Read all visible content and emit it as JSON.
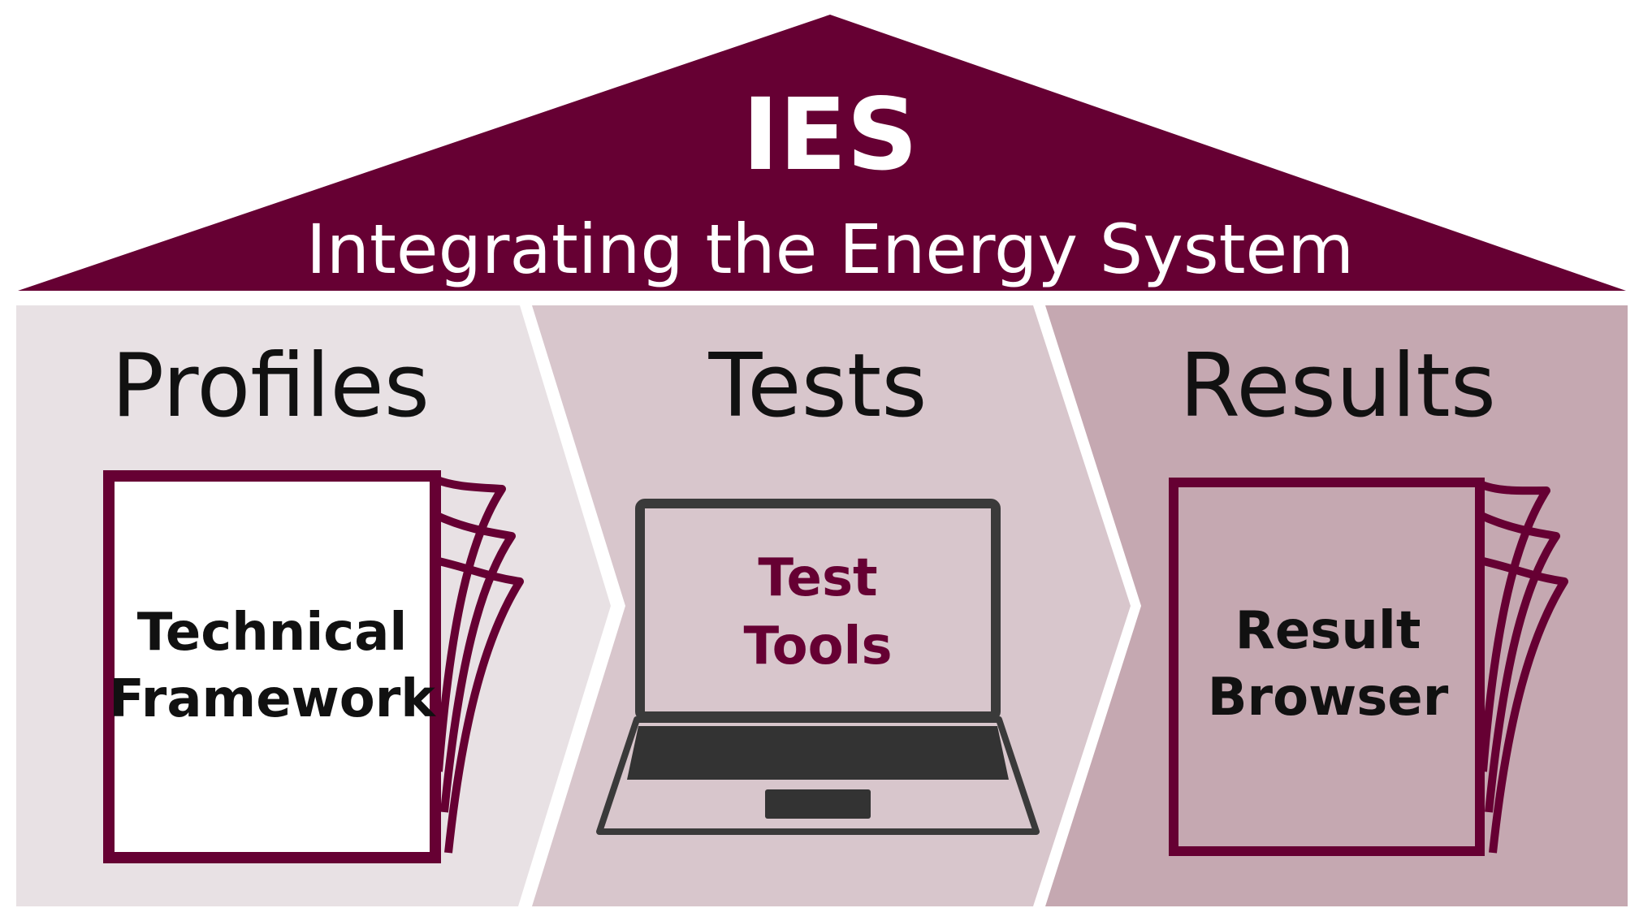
{
  "colors": {
    "brand": "#660033",
    "panel_profiles": "#e8e1e4",
    "panel_tests": "#d8c6cc",
    "panel_results": "#c5a8b1",
    "outline_dark": "#3a3a3a",
    "text_dark": "#111111",
    "text_light": "#ffffff"
  },
  "roof": {
    "title": "IES",
    "subtitle": "Integrating the Energy System"
  },
  "steps": [
    {
      "heading": "Profiles",
      "icon": "document-stack-icon",
      "label_line1": "Technical",
      "label_line2": "Framework"
    },
    {
      "heading": "Tests",
      "icon": "laptop-icon",
      "label_line1": "Test",
      "label_line2": "Tools"
    },
    {
      "heading": "Results",
      "icon": "document-stack-icon",
      "label_line1": "Result",
      "label_line2": "Browser"
    }
  ]
}
